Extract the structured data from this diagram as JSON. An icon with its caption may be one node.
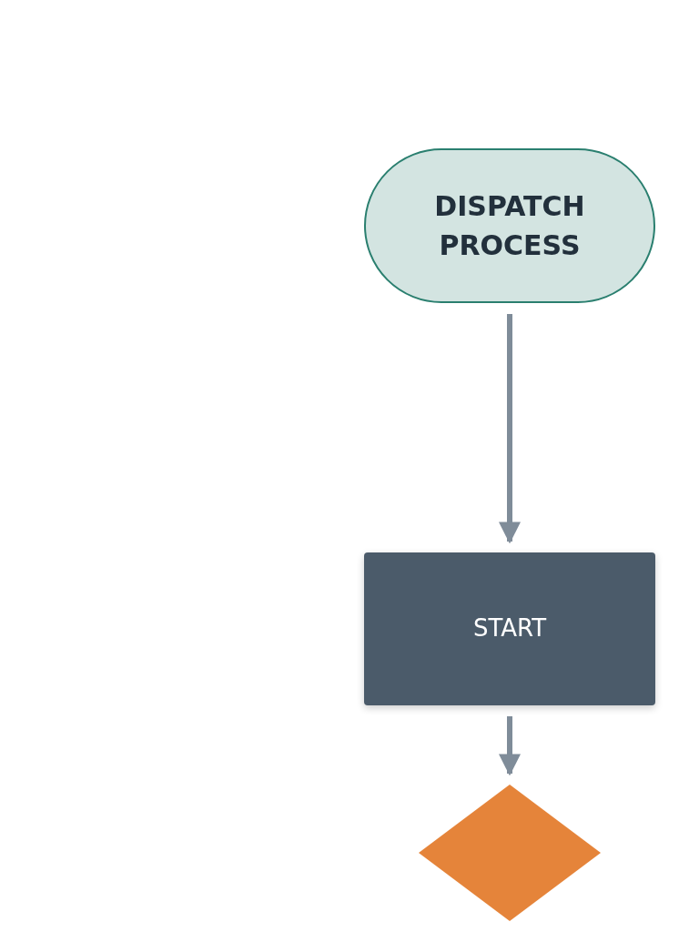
{
  "diagram": {
    "nodes": [
      {
        "text": [
          "DISPATCH PROCESS"
        ]
      },
      {
        "text": [
          "START"
        ]
      },
      {
        "text": [],
        "shape": "diamond"
      }
    ],
    "edges": [
      {
        "from": 0,
        "to": 1,
        "arrow": "to"
      },
      {
        "from": 1,
        "to": 2,
        "arrow": "to"
      }
    ]
  }
}
